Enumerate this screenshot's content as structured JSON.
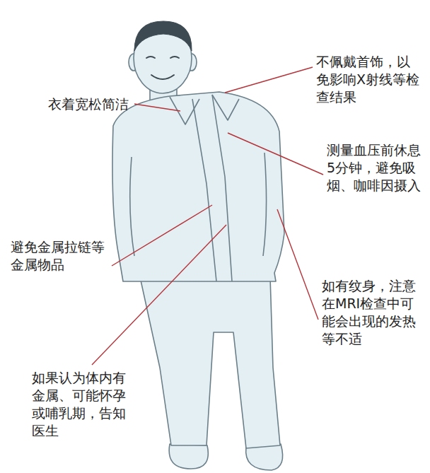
{
  "diagram": {
    "labels": [
      "不佩戴首饰，以免影响X射线等检查结果",
      "衣着宽松简洁",
      "测量血压前休息5分钟，避免吸烟、咖啡因摄入",
      "避免金属拉链等金属物品",
      "如有纹身，注意在MRI检查中可能会出现的发热等不适",
      "如果认为体内有金属、可能怀孕或哺乳期，告知医生"
    ]
  }
}
